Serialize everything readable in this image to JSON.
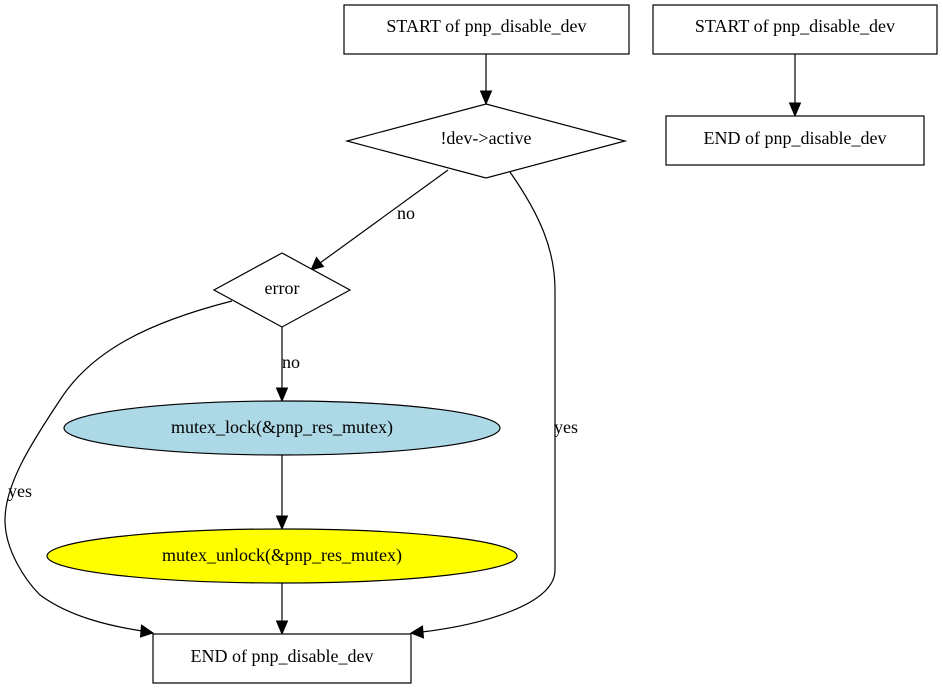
{
  "nodes": {
    "start_main": {
      "label": "START of pnp_disable_dev"
    },
    "check_active": {
      "label": "!dev->active"
    },
    "check_error": {
      "label": "error"
    },
    "mutex_lock": {
      "label": "mutex_lock(&pnp_res_mutex)",
      "fill": "#add8e6"
    },
    "mutex_unlock": {
      "label": "mutex_unlock(&pnp_res_mutex)",
      "fill": "#ffff00"
    },
    "end_main": {
      "label": "END of pnp_disable_dev"
    },
    "start_second": {
      "label": "START of pnp_disable_dev"
    },
    "end_second": {
      "label": "END of pnp_disable_dev"
    }
  },
  "edges": {
    "active_to_error": {
      "label": "no"
    },
    "active_to_end": {
      "label": "yes"
    },
    "error_to_lock": {
      "label": "no"
    },
    "error_to_end": {
      "label": "yes"
    }
  }
}
